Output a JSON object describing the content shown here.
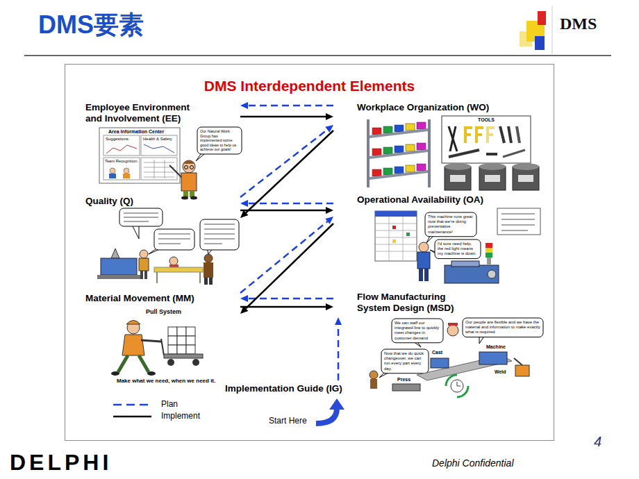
{
  "diagram": {
    "title": "DMS要素",
    "nodes": [
      {
        "text": [
          "DMS Interdependent Elements"
        ]
      },
      {
        "text": [
          "Employee Environment and Involvement (EE)"
        ],
        "in": 0
      },
      {
        "text": [
          "Workplace Organization (WO)"
        ],
        "in": 0
      },
      {
        "text": [
          "Quality (Q)"
        ],
        "in": 0
      },
      {
        "text": [
          "Operational Availability (OA)"
        ],
        "in": 0
      },
      {
        "text": [
          "Material Movement (MM)"
        ],
        "in": 0
      },
      {
        "text": [
          "Flow Manufacturing System Design (MSD)"
        ],
        "in": 0
      },
      {
        "text": [
          "Implementation Guide (IG)"
        ],
        "in": 0
      }
    ],
    "edges": [
      {
        "from": 7,
        "to": 6,
        "arrow": "to"
      },
      {
        "from": 6,
        "to": 5,
        "arrow": "to"
      },
      {
        "from": 5,
        "to": 4,
        "arrow": "to"
      },
      {
        "from": 4,
        "to": 3,
        "arrow": "to"
      },
      {
        "from": 3,
        "to": 2,
        "arrow": "to"
      },
      {
        "from": 2,
        "to": 1,
        "arrow": "to"
      },
      {
        "from": 1,
        "to": 2,
        "arrow": "to"
      },
      {
        "from": 2,
        "to": 3,
        "arrow": "to"
      },
      {
        "from": 3,
        "to": 4,
        "arrow": "to"
      },
      {
        "from": 4,
        "to": 5,
        "arrow": "to"
      },
      {
        "from": 5,
        "to": 6,
        "arrow": "to"
      }
    ],
    "labels": [
      "DMS",
      "Area Information Center",
      "Suggestions",
      "Health & Safety",
      "Team Recognition",
      "Our Natural Work Group has implemented some good ideas to help us achieve our goals!",
      "TOOLS",
      "This machine runs great now that we're doing preventative maintenance!",
      "I'd sure need help, the red light means my machine is down.",
      "Pull System",
      "Make what we need, when we need it.",
      "We can staff our integrated line to quickly meet changes in customer demand",
      "Our people are flexible and we have the material and information to make exactly what is required.",
      "Now that we do quick changeover, we can run every part every day.",
      "Cast",
      "Machine",
      "Weld",
      "Press",
      "Start Here",
      "4",
      "Delphi Confidential",
      "DELPHI"
    ],
    "legend": [
      {
        "text": "Plan"
      },
      {
        "text": "Implement"
      }
    ]
  }
}
